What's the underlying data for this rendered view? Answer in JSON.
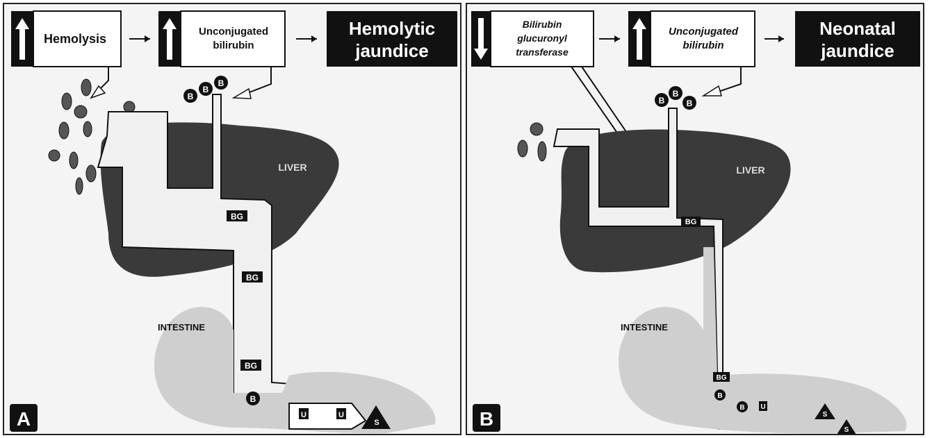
{
  "panel_a": {
    "letter": "A",
    "box1": "Hemolysis",
    "box2_line1": "Unconjugated",
    "box2_line2": "bilirubin",
    "result_line1": "Hemolytic",
    "result_line2": "jaundice",
    "organ_liver": "LIVER",
    "organ_intestine": "INTESTINE",
    "bg_label": "BG",
    "b_label": "B",
    "u_label": "U",
    "s_label": "S"
  },
  "panel_b": {
    "letter": "B",
    "box1_line1": "Bilirubin",
    "box1_line2": "glucuronyl",
    "box1_line3": "transferase",
    "box2_line1": "Unconjugated",
    "box2_line2": "bilirubin",
    "result_line1": "Neonatal",
    "result_line2": "jaundice",
    "organ_liver": "LIVER",
    "organ_intestine": "INTESTINE",
    "bg_label": "BG",
    "b_label": "B",
    "u_label": "U",
    "s_label": "S"
  },
  "colors": {
    "ink": "#111111",
    "liver": "#3a3a3a",
    "intestine": "#cfcfcf",
    "background": "#f4f4f4"
  },
  "icons": {
    "up_arrow": "up-arrow-icon",
    "down_arrow": "down-arrow-icon"
  }
}
